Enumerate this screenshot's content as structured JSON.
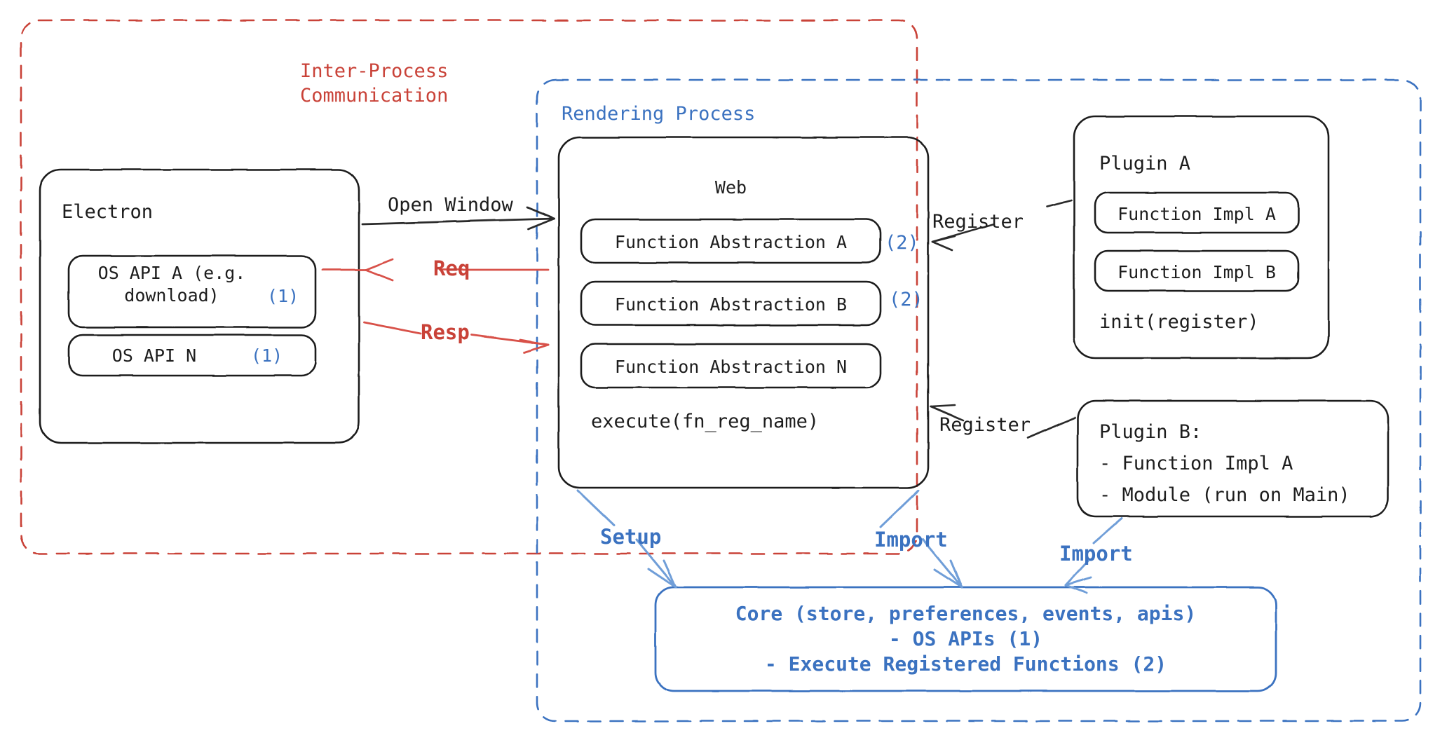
{
  "diagram": {
    "title_hidden": "",
    "colors": {
      "red": "#c94238",
      "blue": "#3b72c0",
      "light_blue": "#6f9ed8",
      "ink": "#1d1d1d"
    },
    "regions": [
      {
        "id": "ipc",
        "label": "Inter-Process\nCommunication",
        "color": "#c94238",
        "style": "dashed"
      },
      {
        "id": "rendering",
        "label": "Rendering Process",
        "color": "#3b72c0",
        "style": "dashed"
      }
    ],
    "boxes": {
      "electron": {
        "title": "Electron",
        "items": [
          {
            "text": "OS API A (e.g.\ndownload)",
            "tag": "(1)"
          },
          {
            "text": "OS API N",
            "tag": "(1)"
          }
        ]
      },
      "web": {
        "title": "Web",
        "items": [
          {
            "text": "Function Abstraction A",
            "tag": "(2)"
          },
          {
            "text": "Function Abstraction B",
            "tag": "(2)"
          },
          {
            "text": "Function Abstraction N",
            "tag": ""
          }
        ],
        "footer": "execute(fn_reg_name)"
      },
      "plugin_a": {
        "title": "Plugin A",
        "items": [
          {
            "text": "Function Impl A"
          },
          {
            "text": "Function Impl B"
          }
        ],
        "footer": "init(register)"
      },
      "plugin_b": {
        "lines": [
          "Plugin B:",
          "- Function Impl A",
          "- Module (run on Main)"
        ]
      },
      "core": {
        "lines": [
          "Core (store, preferences, events, apis)",
          "- OS APIs (1)",
          "- Execute Registered Functions (2)"
        ]
      }
    },
    "arrows": [
      {
        "id": "open-window",
        "label": "Open Window",
        "color": "#1d1d1d",
        "from": "electron",
        "to": "web"
      },
      {
        "id": "req",
        "label": "Req",
        "color": "#c94238",
        "from": "web",
        "to": "electron"
      },
      {
        "id": "resp",
        "label": "Resp",
        "color": "#c94238",
        "from": "electron",
        "to": "web"
      },
      {
        "id": "register-a",
        "label": "Register",
        "color": "#1d1d1d",
        "from": "plugin_a",
        "to": "web"
      },
      {
        "id": "register-b",
        "label": "Register",
        "color": "#1d1d1d",
        "from": "plugin_b",
        "to": "web"
      },
      {
        "id": "setup",
        "label": "Setup",
        "color": "#3b72c0",
        "from": "web",
        "to": "core"
      },
      {
        "id": "import-web",
        "label": "Import",
        "color": "#3b72c0",
        "from": "web",
        "to": "core"
      },
      {
        "id": "import-plugin-b",
        "label": "Import",
        "color": "#3b72c0",
        "from": "plugin_b",
        "to": "core"
      }
    ]
  }
}
